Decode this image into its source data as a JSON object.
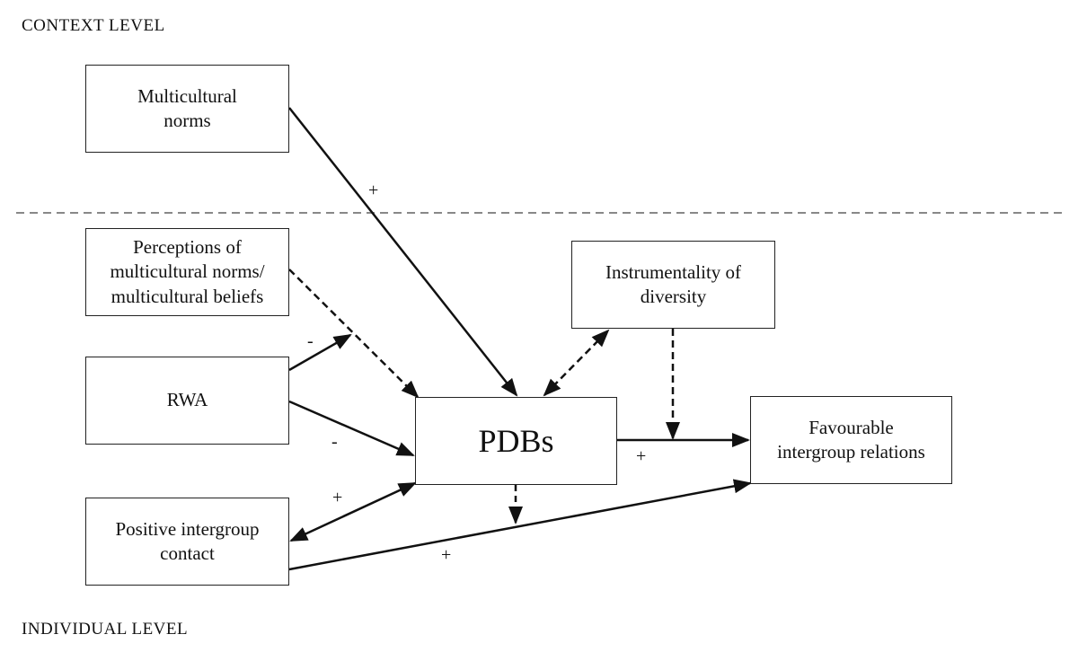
{
  "levels": {
    "context": "CONTEXT LEVEL",
    "individual": "INDIVIDUAL LEVEL"
  },
  "boxes": {
    "multicultural_norms": "Multicultural\nnorms",
    "perceptions": "Perceptions of\nmulticultural norms/\nmulticultural beliefs",
    "rwa": "RWA",
    "positive_contact": "Positive intergroup\ncontact",
    "pdbs": "PDBs",
    "instrumentality": "Instrumentality of\ndiversity",
    "favourable": "Favourable\nintergroup relations"
  },
  "signs": {
    "norms_to_pdbs": "+",
    "rwa_to_perceptions": "-",
    "rwa_to_pdbs": "-",
    "contact_pdbs": "+",
    "pdbs_to_favourable": "+",
    "contact_to_favourable": "+"
  },
  "colors": {
    "line": "#111111",
    "separator": "#888888"
  }
}
